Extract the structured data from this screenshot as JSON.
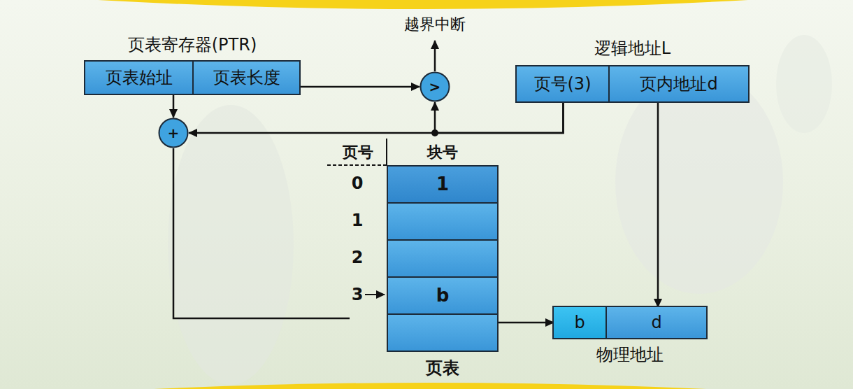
{
  "diagram": {
    "nodes": [
      {
        "text": [
          "页表寄存器(PTR)"
        ]
      },
      {
        "text": [
          "页表始址"
        ],
        "in": 0
      },
      {
        "text": [
          "页表长度"
        ],
        "in": 0
      },
      {
        "text": [
          ">"
        ]
      },
      {
        "text": [
          "逻辑地址L"
        ]
      },
      {
        "text": [
          "页号(3)"
        ],
        "in": 4
      },
      {
        "text": [
          "页内地址d"
        ],
        "in": 4
      },
      {
        "text": [
          "+"
        ]
      },
      {
        "text": [
          "页表"
        ]
      },
      {
        "text": [
          "1"
        ],
        "in": 8
      },
      {
        "text": [
          "b"
        ],
        "in": 8
      },
      {
        "text": [
          "物理地址"
        ]
      },
      {
        "text": [
          "b"
        ],
        "in": 11
      },
      {
        "text": [
          "d"
        ],
        "in": 11
      }
    ],
    "edges": [
      {
        "from": 2,
        "to": 3,
        "arrow": "to"
      },
      {
        "from": 5,
        "to": 3,
        "arrow": "to"
      },
      {
        "from": 5,
        "to": 7,
        "arrow": "to"
      },
      {
        "from": 1,
        "to": 7,
        "arrow": "to"
      },
      {
        "from": 7,
        "to": 8,
        "arrow": "none"
      },
      {
        "from": 8,
        "to": 12,
        "arrow": "to"
      },
      {
        "from": 6,
        "to": 13,
        "arrow": "to"
      }
    ],
    "labels": [
      "越界中断",
      "页号",
      "块号",
      "0",
      "1",
      "2",
      "3"
    ]
  }
}
